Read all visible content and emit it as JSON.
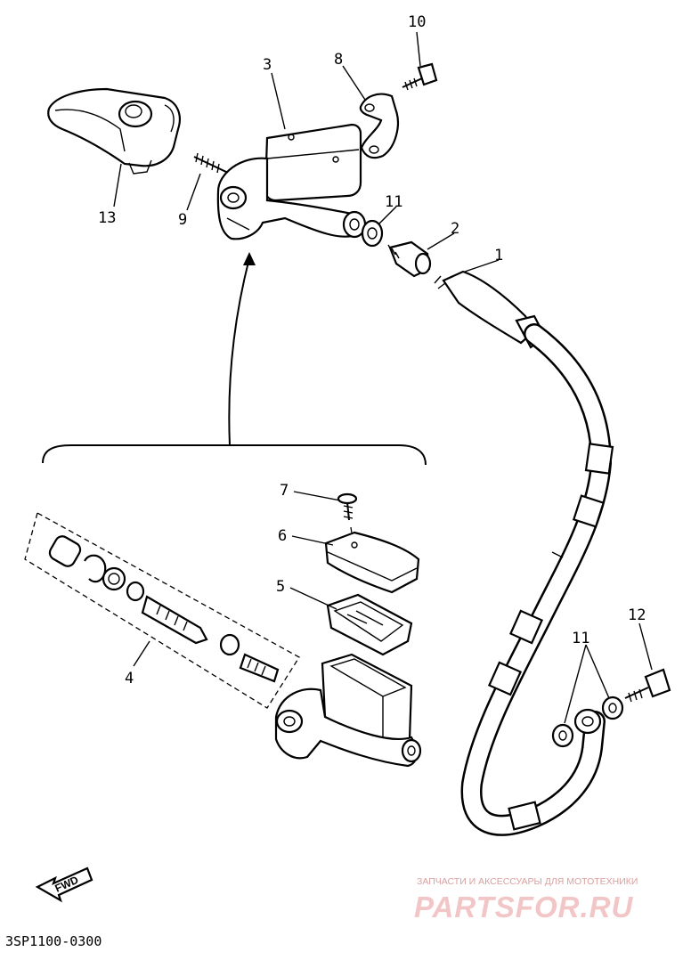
{
  "diagram": {
    "callouts": [
      {
        "id": "callout-1",
        "label": "1"
      },
      {
        "id": "callout-2",
        "label": "2"
      },
      {
        "id": "callout-3",
        "label": "3"
      },
      {
        "id": "callout-4",
        "label": "4"
      },
      {
        "id": "callout-5",
        "label": "5"
      },
      {
        "id": "callout-6",
        "label": "6"
      },
      {
        "id": "callout-7",
        "label": "7"
      },
      {
        "id": "callout-8",
        "label": "8"
      },
      {
        "id": "callout-9",
        "label": "9"
      },
      {
        "id": "callout-10",
        "label": "10"
      },
      {
        "id": "callout-11a",
        "label": "11"
      },
      {
        "id": "callout-11b",
        "label": "11"
      },
      {
        "id": "callout-12",
        "label": "12"
      },
      {
        "id": "callout-13",
        "label": "13"
      }
    ],
    "fwd_label": "FWD",
    "drawing_code": "3SP1100-0300"
  },
  "watermark": {
    "subtitle": "ЗАПЧАСТИ И АКСЕССУАРЫ ДЛЯ МОТОТЕХНИКИ",
    "brand": "PARTSFOR.RU"
  }
}
